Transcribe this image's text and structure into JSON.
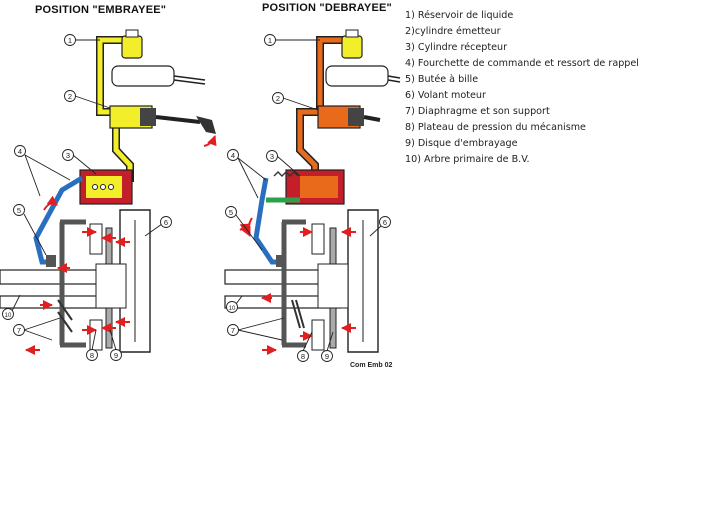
{
  "titles": {
    "engaged": "POSITION \"EMBRAYEE\"",
    "disengaged": "POSITION \"DEBRAYEE\""
  },
  "legend": [
    "1) Réservoir de liquide",
    "2)cylindre émetteur",
    "3) Cylindre récepteur",
    "4) Fourchette de commande et ressort de rappel",
    "5) Butée à bille",
    "6) Volant moteur",
    "7) Diaphragme et son support",
    "8) Plateau de pression du mécanisme",
    "9) Disque d'embrayage",
    "10) Arbre primaire de B.V."
  ],
  "credit": "Com Emb 02",
  "callouts": [
    "1",
    "2",
    "3",
    "4",
    "5",
    "6",
    "7",
    "8",
    "9",
    "10"
  ],
  "colors": {
    "engaged_fluid": "#f3ee2a",
    "disengaged_fluid": "#ea6a1c",
    "receiver_body": "#c21f2a",
    "fork": "#2a6fbf",
    "spring": "#2aa14a",
    "arrow": "#e02020",
    "outline": "#222222"
  }
}
